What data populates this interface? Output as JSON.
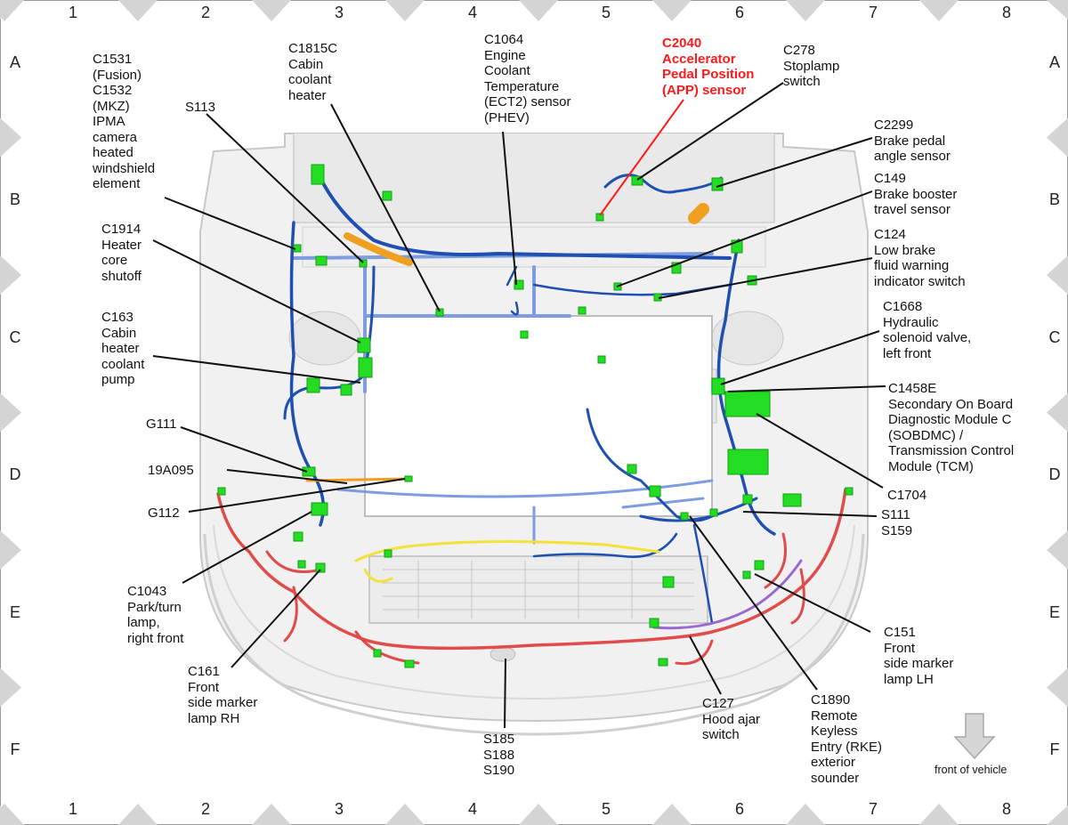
{
  "grid": {
    "columns": [
      "1",
      "2",
      "3",
      "4",
      "5",
      "6",
      "7",
      "8"
    ],
    "rows": [
      "A",
      "B",
      "C",
      "D",
      "E",
      "F"
    ]
  },
  "callouts": {
    "c1531": [
      "C1531",
      "(Fusion)",
      "C1532",
      "(MKZ)",
      "IPMA",
      "camera",
      "heated",
      "windshield",
      "element"
    ],
    "s113": [
      "S113"
    ],
    "c1815c": [
      "C1815C",
      "Cabin",
      "coolant",
      "heater"
    ],
    "c1064": [
      "C1064",
      "Engine",
      "Coolant",
      "Temperature",
      "(ECT2) sensor",
      "(PHEV)"
    ],
    "c2040": [
      "C2040",
      "Accelerator",
      "Pedal Position",
      "(APP) sensor"
    ],
    "c278": [
      "C278",
      "Stoplamp",
      "switch"
    ],
    "c2299": [
      "C2299",
      "Brake pedal",
      "angle sensor"
    ],
    "c149": [
      "C149",
      "Brake booster",
      "travel sensor"
    ],
    "c124": [
      "C124",
      "Low brake",
      "fluid warning",
      "indicator switch"
    ],
    "c1914": [
      "C1914",
      "Heater",
      "core",
      "shutoff"
    ],
    "c163": [
      "C163",
      "Cabin",
      "heater",
      "coolant",
      "pump"
    ],
    "c1668": [
      "C1668",
      "Hydraulic",
      "solenoid valve,",
      "left front"
    ],
    "c1458e": [
      "C1458E",
      "Secondary On Board",
      "Diagnostic Module C",
      "(SOBDMC) /",
      "Transmission Control",
      "Module (TCM)"
    ],
    "g111": [
      "G111"
    ],
    "19a095": [
      "19A095"
    ],
    "g112": [
      "G112"
    ],
    "c1704": [
      "C1704"
    ],
    "s111": [
      "S111",
      "S159"
    ],
    "c1043": [
      "C1043",
      "Park/turn",
      "lamp,",
      "right front"
    ],
    "c161": [
      "C161",
      "Front",
      "side marker",
      "lamp RH"
    ],
    "s185": [
      "S185",
      "S188",
      "S190"
    ],
    "c127": [
      "C127",
      "Hood ajar",
      "switch"
    ],
    "c1890": [
      "C1890",
      "Remote",
      "Keyless",
      "Entry (RKE)",
      "exterior",
      "sounder"
    ],
    "c151": [
      "C151",
      "Front",
      "side marker",
      "lamp LH"
    ],
    "front": [
      "front of vehicle"
    ]
  },
  "colors": {
    "harness_blue": "#1f4fb0",
    "harness_light_blue": "#7d9de0",
    "harness_red": "#e14b4b",
    "harness_yellow": "#f2e23a",
    "harness_orange": "#f0a020",
    "harness_purple": "#9a6ad0",
    "connector_green": "#22dd22",
    "callout_red": "#ff1a1a",
    "grid_marker": "#d4d4d4"
  }
}
